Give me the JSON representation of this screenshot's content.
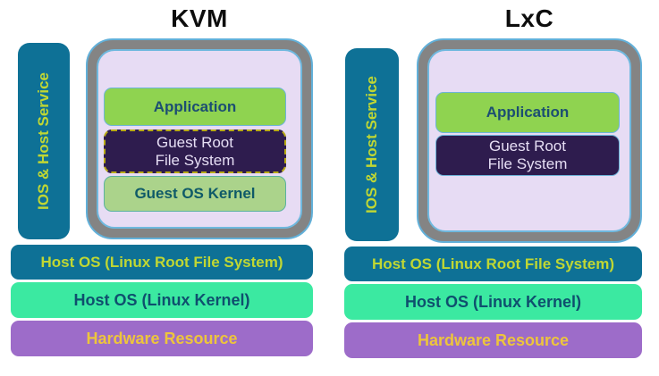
{
  "diagrams": [
    {
      "title": "KVM",
      "sidebar_label": "IOS & Host Service",
      "boxes": {
        "application": "Application",
        "guest_root_line1": "Guest Root",
        "guest_root_line2": "File System",
        "guest_root_style": "dashed-yellow-border",
        "guest_kernel": "Guest OS Kernel"
      },
      "layers": {
        "host_root": "Host OS (Linux Root File System)",
        "host_kernel": "Host OS (Linux Kernel)",
        "hardware": "Hardware Resource"
      }
    },
    {
      "title": "LxC",
      "sidebar_label": "IOS & Host Service",
      "boxes": {
        "application": "Application",
        "guest_root_line1": "Guest Root",
        "guest_root_line2": "File System",
        "guest_root_style": "solid"
      },
      "layers": {
        "host_root": "Host OS (Linux Root File System)",
        "host_kernel": "Host OS (Linux Kernel)",
        "hardware": "Hardware Resource"
      }
    }
  ],
  "colors": {
    "teal": "#0e7196",
    "yellow_green_text": "#c0d733",
    "container_gray": "#848484",
    "container_stroke_blue": "#62b0d9",
    "inner_lavender": "#e7dcf4",
    "application_green": "#8fd350",
    "guest_kernel_sage": "#abd38b",
    "guest_root_dark_purple": "#2e1c4e",
    "guest_root_text": "#e6def4",
    "dashed_border_olive": "#b9ab15",
    "host_kernel_mint": "#3be9a1",
    "hardware_purple": "#9d6cc9",
    "gold_text": "#edc53c",
    "navy_text": "#1c4e72"
  }
}
